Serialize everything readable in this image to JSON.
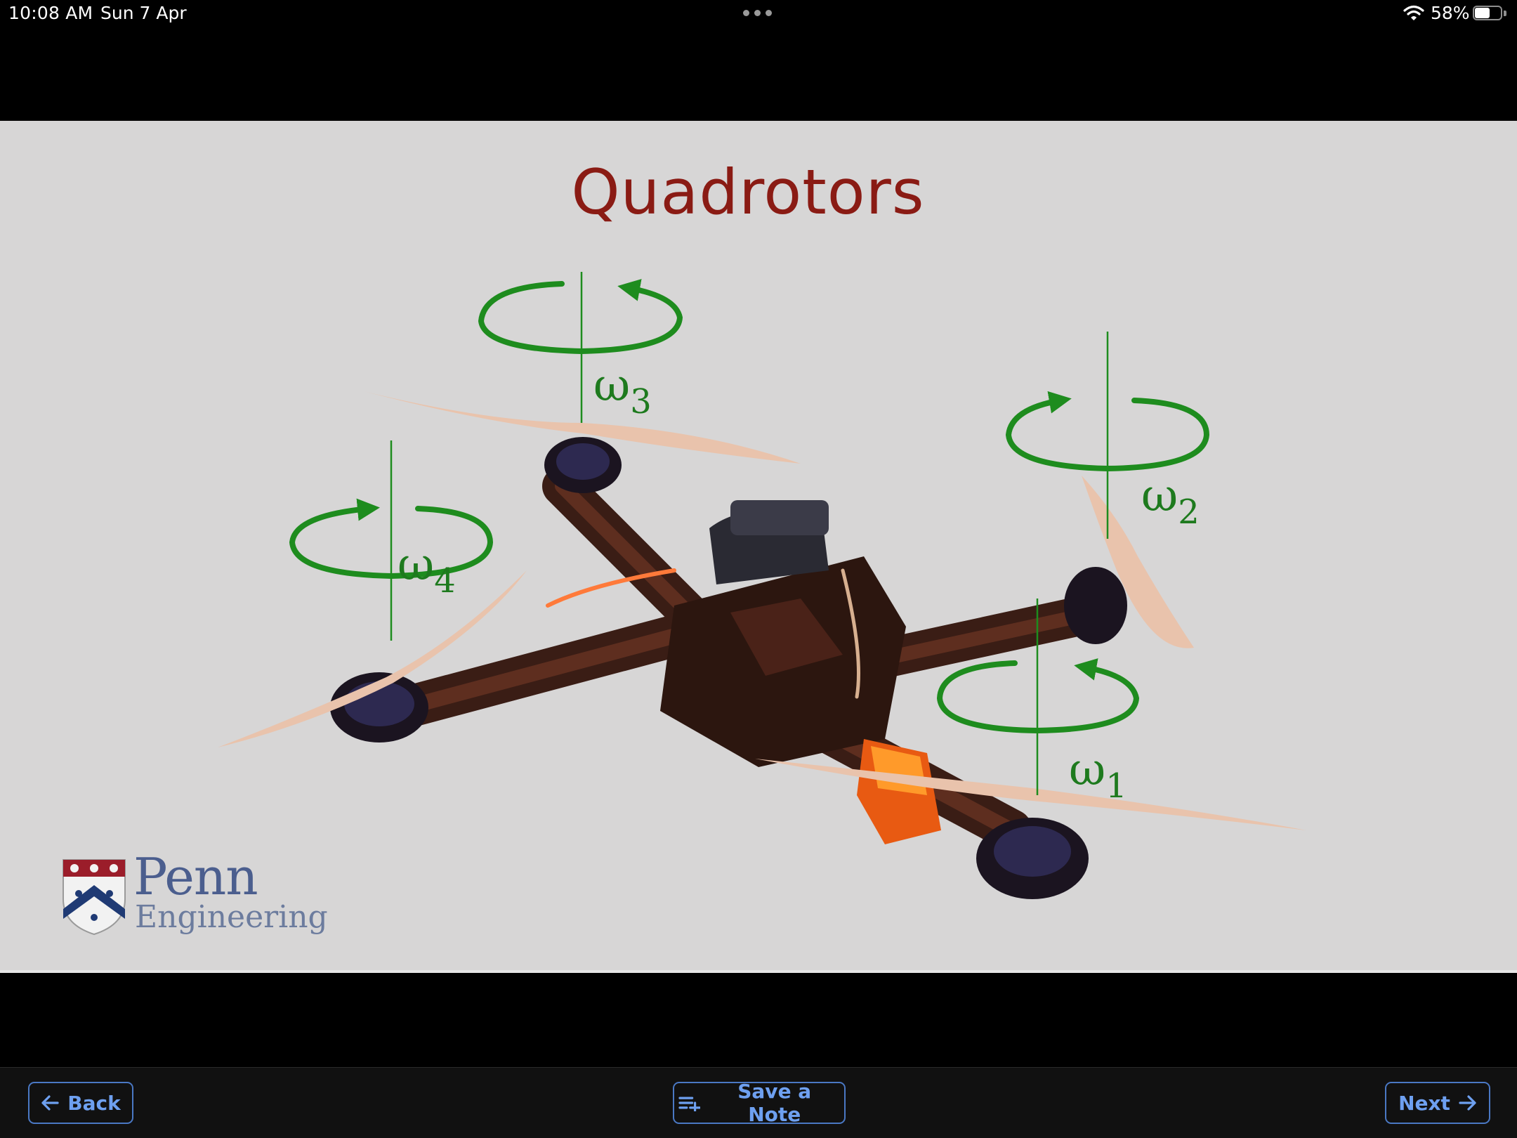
{
  "status_bar": {
    "time": "10:08 AM",
    "date": "Sun 7 Apr",
    "battery_percent_label": "58%",
    "battery_level": 0.58,
    "icons": [
      "multitask-dots-icon",
      "wifi-icon",
      "battery-icon"
    ]
  },
  "slide": {
    "title": "Quadrotors",
    "rotor_labels": [
      {
        "symbol": "ω",
        "index": "1"
      },
      {
        "symbol": "ω",
        "index": "2"
      },
      {
        "symbol": "ω",
        "index": "3"
      },
      {
        "symbol": "ω",
        "index": "4"
      }
    ],
    "logo": {
      "word": "Penn",
      "sub": "Engineering"
    },
    "colors": {
      "title": "#8a1b14",
      "rotation_arrows": "#1e8c1e",
      "background": "#d7d6d6"
    }
  },
  "toolbar": {
    "back_label": "Back",
    "save_note_label": "Save a Note",
    "next_label": "Next",
    "accent": "#6ea0f0"
  }
}
